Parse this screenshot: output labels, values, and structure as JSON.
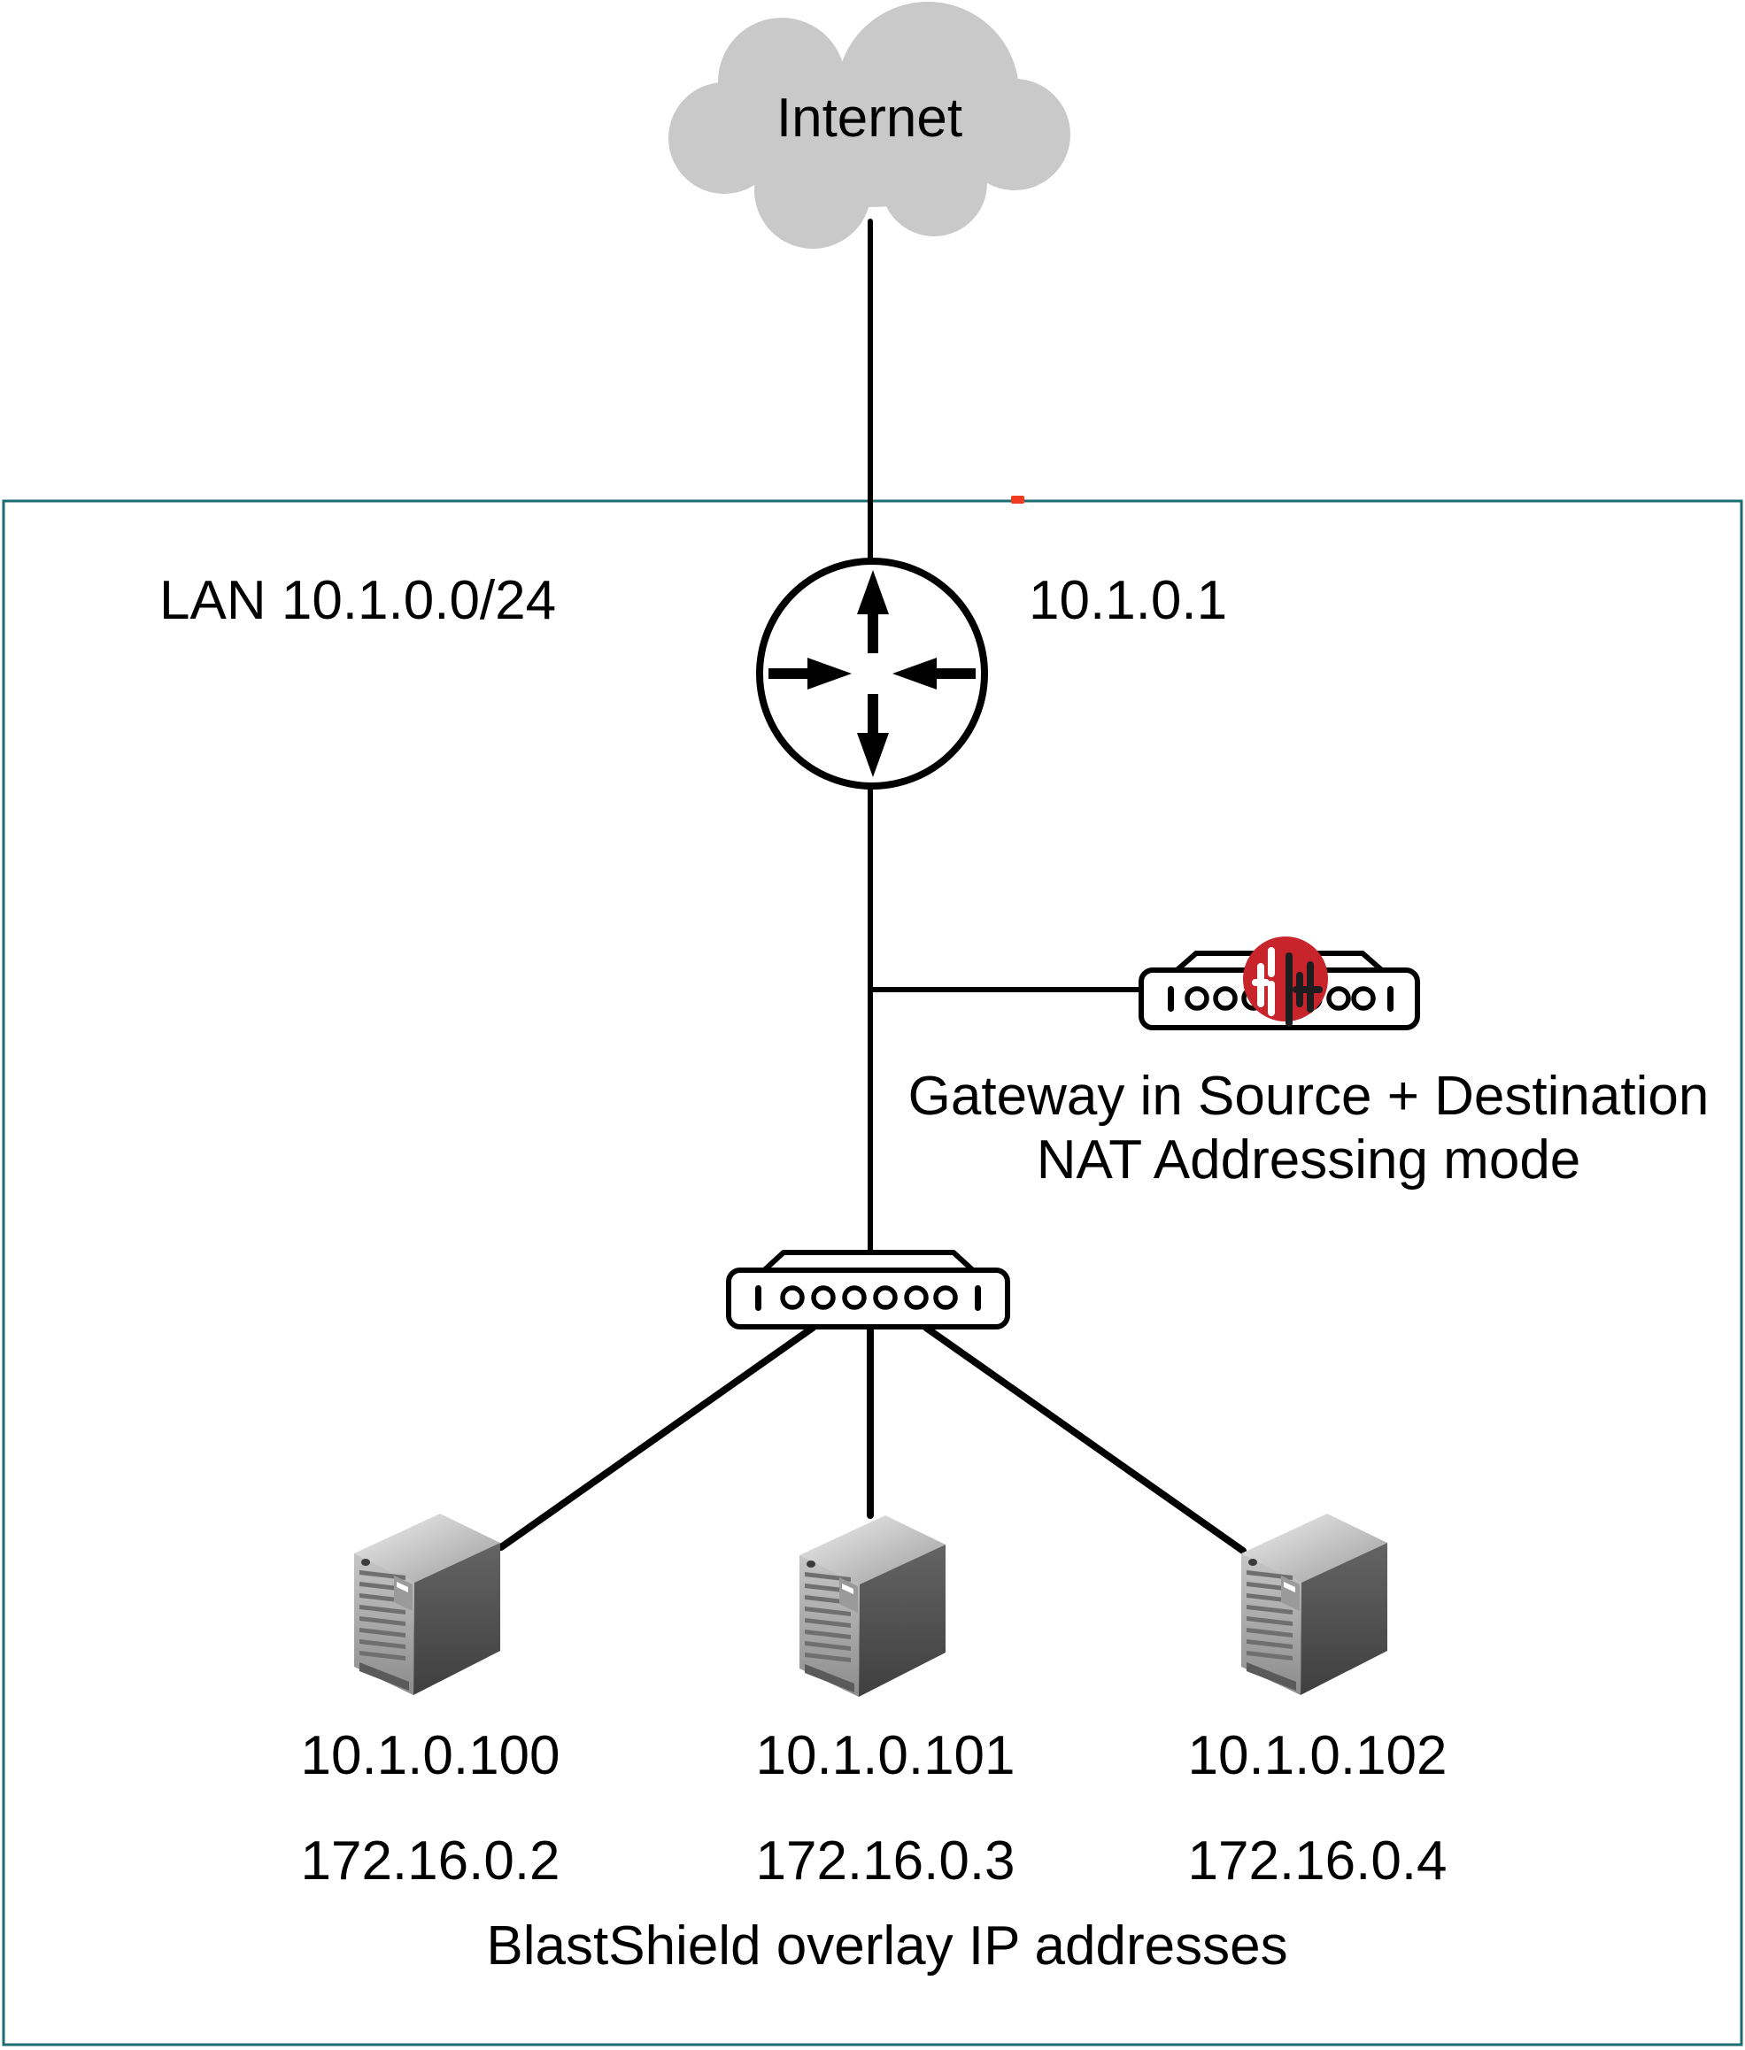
{
  "diagram": {
    "internet_label": "Internet",
    "lan_label": "LAN 10.1.0.0/24",
    "router_ip": "10.1.0.1",
    "gateway_caption_line1": "Gateway in Source + Destination",
    "gateway_caption_line2": "NAT Addressing mode",
    "servers": [
      {
        "lan_ip": "10.1.0.100",
        "overlay_ip": "172.16.0.2"
      },
      {
        "lan_ip": "10.1.0.101",
        "overlay_ip": "172.16.0.3"
      },
      {
        "lan_ip": "10.1.0.102",
        "overlay_ip": "172.16.0.4"
      }
    ],
    "overlay_caption": "BlastShield overlay IP addresses",
    "icons": {
      "cloud": "internet-cloud",
      "router": "router-crossed-arrows",
      "gateway": "blastshield-gateway-appliance",
      "switch": "ethernet-switch",
      "server": "server-tower"
    },
    "colors": {
      "lan_border": "#1d6c70",
      "cloud_fill": "#c9c9c9",
      "logo_red": "#c7242b",
      "marker_red": "#f03b21",
      "line_black": "#000000"
    }
  }
}
